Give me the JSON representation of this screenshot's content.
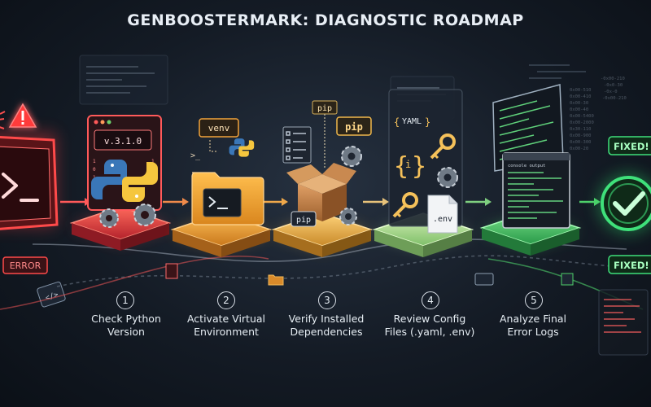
{
  "title": "GENBOOSTERMARK: DIAGNOSTIC ROADMAP",
  "error_badge": "ERROR",
  "fixed_badge_top": "FIXED!",
  "fixed_badge_bottom": "FIXED!",
  "colors": {
    "error": "#ff4a4a",
    "step1": "#e8464a",
    "step2": "#f2a33a",
    "step3": "#f0b84c",
    "step4": "#b9e6a0",
    "step5": "#4fcf6a",
    "fixed": "#38d96a"
  },
  "steps": [
    {
      "number": "1",
      "line1": "Check Python",
      "line2": "Version",
      "tag": "v.3.1.0",
      "icon": "python-logo-icon"
    },
    {
      "number": "2",
      "line1": "Activate Virtual",
      "line2": "Environment",
      "tag": "venv",
      "icon": "folder-terminal-icon"
    },
    {
      "number": "3",
      "line1": "Verify Installed",
      "line2": "Dependencies",
      "tag": "pip",
      "tag2": "pip",
      "icon": "package-box-icon"
    },
    {
      "number": "4",
      "line1": "Review Config",
      "line2": "Files (.yaml, .env)",
      "tag": "YAML",
      "tag2": ".env",
      "icon": "config-file-icon"
    },
    {
      "number": "5",
      "line1": "Analyze Final",
      "line2": "Error Logs",
      "tag": "console output",
      "icon": "console-log-icon"
    }
  ]
}
